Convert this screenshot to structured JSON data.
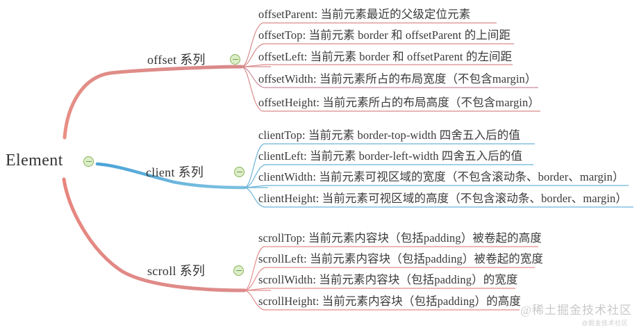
{
  "diagram": {
    "type": "mindmap",
    "root": {
      "label": "Element",
      "toggle_icon": "collapse-minus-icon"
    },
    "branches": [
      {
        "id": "offset",
        "label": "offset 系列",
        "color": "#d98a8a",
        "toggle_icon": "collapse-minus-icon",
        "leaves": [
          {
            "label": "offsetParent: 当前元素最近的父级定位元素"
          },
          {
            "label": "offsetTop: 当前元素 border 和 offsetParent 的上间距"
          },
          {
            "label": "offsetLeft: 当前元素 border 和 offsetParent 的左间距"
          },
          {
            "label": "offsetWidth: 当前元素所占的布局宽度（不包含margin）"
          },
          {
            "label": "offsetHeight: 当前元素所占的布局高度（不包含margin）"
          }
        ]
      },
      {
        "id": "client",
        "label": "client 系列",
        "color": "#6bb3d6",
        "toggle_icon": "collapse-minus-icon",
        "leaves": [
          {
            "label": "clientTop: 当前元素 border-top-width 四舍五入后的值"
          },
          {
            "label": "clientLeft: 当前元素 border-left-width 四舍五入后的值"
          },
          {
            "label": "clientWidth: 当前元素可视区域的宽度（不包含滚动条、border、margin）"
          },
          {
            "label": "clientHeight: 当前元素可视区域的高度（不包含滚动条、border、margin）"
          }
        ]
      },
      {
        "id": "scroll",
        "label": "scroll 系列",
        "color": "#e28c8c",
        "toggle_icon": "collapse-minus-icon",
        "leaves": [
          {
            "label": "scrollTop: 当前元素内容块（包括padding）被卷起的高度"
          },
          {
            "label": "scrollLeft: 当前元素内容块（包括padding）被卷起的宽度"
          },
          {
            "label": "scrollWidth: 当前元素内容块（包括padding）的宽度"
          },
          {
            "label": "scrollHeight: 当前元素内容块（包括padding）的高度"
          }
        ]
      }
    ]
  },
  "watermark": {
    "main": "@稀土掘金技术社区",
    "sub": "@掘金技术社区"
  }
}
